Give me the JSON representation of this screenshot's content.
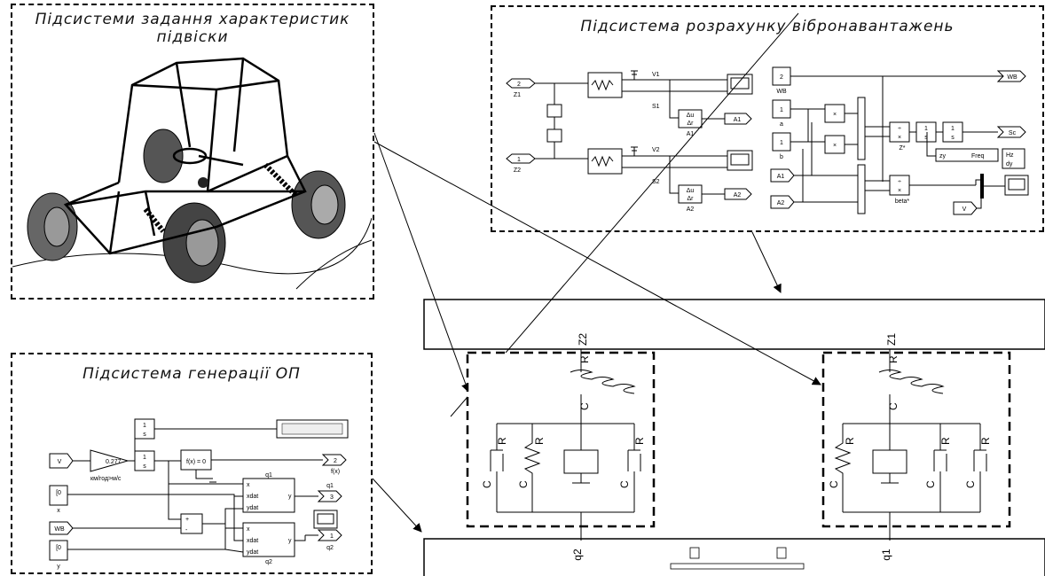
{
  "panels": {
    "suspension_title_1": "Підсистеми задання характеристик",
    "suspension_title_2": "підвіски",
    "vibro_title": "Підсистема розрахунку віброн­авантажень",
    "road_title": "Підсистема генерації ОП"
  },
  "vibro": {
    "in_z1": "2",
    "lbl_z1": "Z1",
    "in_z2": "1",
    "lbl_z2": "Z2",
    "lbl_v1": "V1",
    "lbl_s1": "S1",
    "lbl_v2": "V2",
    "lbl_s2": "S2",
    "deriv_num": "Δu",
    "deriv_den": "Δr",
    "lbl_a1": "A1",
    "lbl_a2": "A2",
    "out_a1": "A1",
    "out_a2": "A2",
    "const_2": "2",
    "lbl_wb": "WB",
    "const_a": "1",
    "lbl_a": "a",
    "const_b": "1",
    "lbl_b": "b",
    "in_a1": "A1",
    "in_a2": "A2",
    "mult": "×",
    "lbl_zstar": "Z*",
    "lbl_beta": "beta*",
    "int_1": "1",
    "int_s": "s",
    "out_wb": "WB",
    "out_sc": "Sc",
    "lbl_freq": "Freq",
    "lbl_zy": "zy",
    "lbl_hz": "Hz",
    "lbl_dy": "dy",
    "in_v": "V"
  },
  "road": {
    "in_v": "V",
    "gain_val": "0.277",
    "gain_lbl": "км/год>м/с",
    "int_1": "1",
    "int_s": "s",
    "fx": "f(x) = 0",
    "out_2": "2",
    "out_2_lbl": "f(x)",
    "out_3": "3",
    "out_3_lbl": "q1",
    "out_1": "1",
    "out_1_lbl": "q2",
    "lut_q1": "q1",
    "lut_q2": "q2",
    "port_x": "x",
    "port_xdat": "xdat",
    "port_ydat": "ydat",
    "port_y": "y",
    "const_x": "[0",
    "lbl_x": "x",
    "const_y": "[0",
    "lbl_y": "y",
    "in_wb": "WB",
    "sum_plus": "+",
    "sum_minus": "-"
  },
  "suspension": {
    "z2": "Z2",
    "z1": "Z1",
    "q2": "q2",
    "q1": "q1",
    "r": "R",
    "c": "C"
  }
}
